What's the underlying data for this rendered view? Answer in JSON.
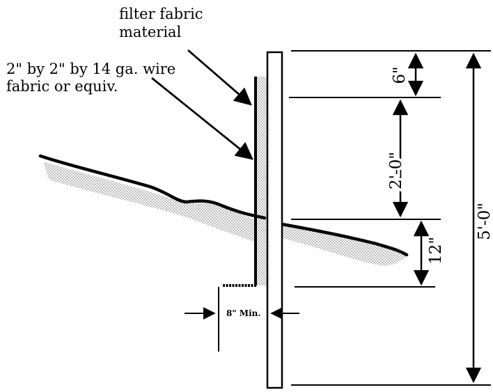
{
  "labels": {
    "filter_fabric_line1": "filter fabric",
    "filter_fabric_line2": "material",
    "wire_fabric_line1": "2\" by 2\" by 14 ga. wire",
    "wire_fabric_line2": "fabric or equiv."
  },
  "dimensions": {
    "top_offset": "6\"",
    "fabric_height": "2'-0\"",
    "embed_depth": "12\"",
    "post_length": "5'-0\"",
    "trench_width": "8\" Min."
  },
  "colors": {
    "ink": "#000000",
    "soil_stipple": "#9a9a9a",
    "fabric_stipple": "#8c8c8c"
  }
}
